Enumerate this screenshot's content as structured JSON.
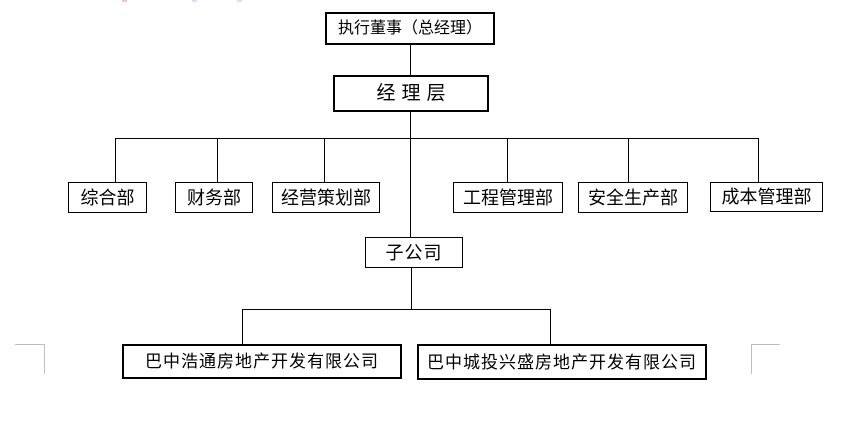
{
  "chart": {
    "kind": "org-chart",
    "nodes": {
      "executive_director": "执行董事（总经理）",
      "management": "经理层",
      "departments": [
        "综合部",
        "财务部",
        "经营策划部",
        "工程管理部",
        "安全生产部",
        "成本管理部"
      ],
      "subsidiary": "子公司",
      "companies": [
        "巴中浩通房地产开发有限公司",
        "巴中城投兴盛房地产开发有限公司"
      ]
    },
    "edges": [
      "executive_director -> management",
      "management -> 综合部",
      "management -> 财务部",
      "management -> 经营策划部",
      "management -> 工程管理部",
      "management -> 安全生产部",
      "management -> 成本管理部",
      "management -> subsidiary",
      "subsidiary -> 巴中浩通房地产开发有限公司",
      "subsidiary -> 巴中城投兴盛房地产开发有限公司"
    ],
    "colors": {
      "line": "#000000",
      "box_border": "#000000",
      "box_fill": "#ffffff",
      "text": "#000000",
      "page_margin_mark": "#bfbfbf"
    }
  }
}
